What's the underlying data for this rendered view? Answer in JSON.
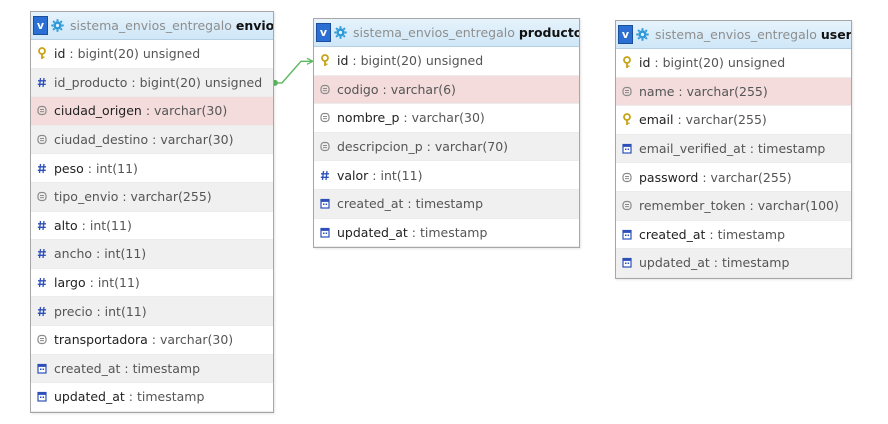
{
  "tables": [
    {
      "key": "envios",
      "db": "sistema_envios_entregalo",
      "name": "envios",
      "columns": [
        {
          "name": "id",
          "type": "bigint(20) unsigned",
          "icon": "key-icon",
          "indexed": false,
          "highlight": false
        },
        {
          "name": "id_producto",
          "type": "bigint(20) unsigned",
          "icon": "hash-icon",
          "indexed": true,
          "highlight": false
        },
        {
          "name": "ciudad_origen",
          "type": "varchar(30)",
          "icon": "text-icon",
          "indexed": false,
          "highlight": true
        },
        {
          "name": "ciudad_destino",
          "type": "varchar(30)",
          "icon": "text-icon",
          "indexed": true,
          "highlight": false
        },
        {
          "name": "peso",
          "type": "int(11)",
          "icon": "hash-icon",
          "indexed": false,
          "highlight": false
        },
        {
          "name": "tipo_envio",
          "type": "varchar(255)",
          "icon": "text-icon",
          "indexed": true,
          "highlight": false
        },
        {
          "name": "alto",
          "type": "int(11)",
          "icon": "hash-icon",
          "indexed": false,
          "highlight": false
        },
        {
          "name": "ancho",
          "type": "int(11)",
          "icon": "hash-icon",
          "indexed": true,
          "highlight": false
        },
        {
          "name": "largo",
          "type": "int(11)",
          "icon": "hash-icon",
          "indexed": false,
          "highlight": false
        },
        {
          "name": "precio",
          "type": "int(11)",
          "icon": "hash-icon",
          "indexed": true,
          "highlight": false
        },
        {
          "name": "transportadora",
          "type": "varchar(30)",
          "icon": "text-icon",
          "indexed": false,
          "highlight": false
        },
        {
          "name": "created_at",
          "type": "timestamp",
          "icon": "calendar-icon",
          "indexed": true,
          "highlight": false
        },
        {
          "name": "updated_at",
          "type": "timestamp",
          "icon": "calendar-icon",
          "indexed": false,
          "highlight": false
        }
      ]
    },
    {
      "key": "productos",
      "db": "sistema_envios_entregalo",
      "name": "productos",
      "columns": [
        {
          "name": "id",
          "type": "bigint(20) unsigned",
          "icon": "key-icon",
          "indexed": false,
          "highlight": false
        },
        {
          "name": "codigo",
          "type": "varchar(6)",
          "icon": "text-icon",
          "indexed": true,
          "highlight": true
        },
        {
          "name": "nombre_p",
          "type": "varchar(30)",
          "icon": "text-icon",
          "indexed": false,
          "highlight": false
        },
        {
          "name": "descripcion_p",
          "type": "varchar(70)",
          "icon": "text-icon",
          "indexed": true,
          "highlight": false
        },
        {
          "name": "valor",
          "type": "int(11)",
          "icon": "hash-icon",
          "indexed": false,
          "highlight": false
        },
        {
          "name": "created_at",
          "type": "timestamp",
          "icon": "calendar-icon",
          "indexed": true,
          "highlight": false
        },
        {
          "name": "updated_at",
          "type": "timestamp",
          "icon": "calendar-icon",
          "indexed": false,
          "highlight": false
        }
      ]
    },
    {
      "key": "users",
      "db": "sistema_envios_entregalo",
      "name": "users",
      "columns": [
        {
          "name": "id",
          "type": "bigint(20) unsigned",
          "icon": "key-icon",
          "indexed": false,
          "highlight": false
        },
        {
          "name": "name",
          "type": "varchar(255)",
          "icon": "text-icon",
          "indexed": true,
          "highlight": true
        },
        {
          "name": "email",
          "type": "varchar(255)",
          "icon": "key-icon",
          "indexed": false,
          "highlight": false
        },
        {
          "name": "email_verified_at",
          "type": "timestamp",
          "icon": "calendar-icon",
          "indexed": true,
          "highlight": false
        },
        {
          "name": "password",
          "type": "varchar(255)",
          "icon": "text-icon",
          "indexed": false,
          "highlight": false
        },
        {
          "name": "remember_token",
          "type": "varchar(100)",
          "icon": "text-icon",
          "indexed": true,
          "highlight": false
        },
        {
          "name": "created_at",
          "type": "timestamp",
          "icon": "calendar-icon",
          "indexed": false,
          "highlight": false
        },
        {
          "name": "updated_at",
          "type": "timestamp",
          "icon": "calendar-icon",
          "indexed": true,
          "highlight": false
        }
      ]
    }
  ],
  "relations": [
    {
      "from_table": "envios",
      "from_column": "id_producto",
      "to_table": "productos",
      "to_column": "id"
    }
  ],
  "colors": {
    "relation_line": "#5cb85c",
    "key_icon": "#c8a318",
    "hash_icon": "#2d4fb8",
    "text_icon": "#8a8a8a",
    "calendar_icon": "#2d4fb8"
  }
}
